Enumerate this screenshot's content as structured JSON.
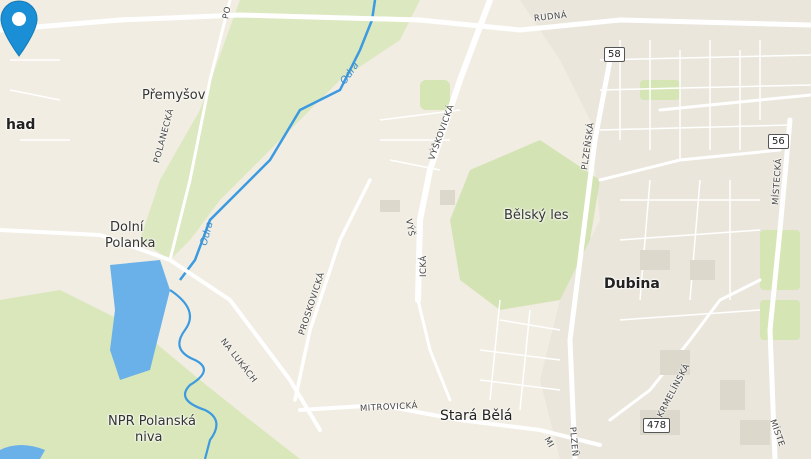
{
  "map": {
    "marker": "location-pin-icon",
    "colors": {
      "land": "#f2efe6",
      "forest": "#d6e5b4",
      "water": "#6ab1ea",
      "river": "#3c9ae0",
      "road": "#ffffff",
      "pin": "#1a8fd6"
    },
    "places": {
      "premysov": "Přemyšov",
      "had": "had",
      "dolni_polanka_1": "Dolní",
      "dolni_polanka_2": "Polanka",
      "belsky_les": "Bělský les",
      "dubina": "Dubina",
      "npr_1": "NPR Polanská",
      "npr_2": "niva",
      "stara_bela": "Stará Bělá"
    },
    "roads": {
      "rudna": "RUDNÁ",
      "polanecka": "POLANECKÁ",
      "vyskovicka": "VÝŠKOVICKÁ",
      "plzenska": "PLZEŇSKÁ",
      "mistecka": "MÍSTECKÁ",
      "proskovicka": "PROSKOVICKÁ",
      "na_lukach": "NA LUKÁCH",
      "mitrovicka": "MITROVICKÁ",
      "krmelinska": "KRMELÍNSKÁ",
      "vys_short": "VÝŠ",
      "cka_short": "ICKÁ",
      "mi_short": "MI",
      "plzen_short": "PLZEŇ",
      "mist_short": "MÍSTE",
      "po_short": "PO"
    },
    "water_labels": {
      "odra_1": "Odra",
      "odra_2": "Odra"
    },
    "shields": {
      "s58": "58",
      "s56": "56",
      "s478": "478"
    }
  }
}
